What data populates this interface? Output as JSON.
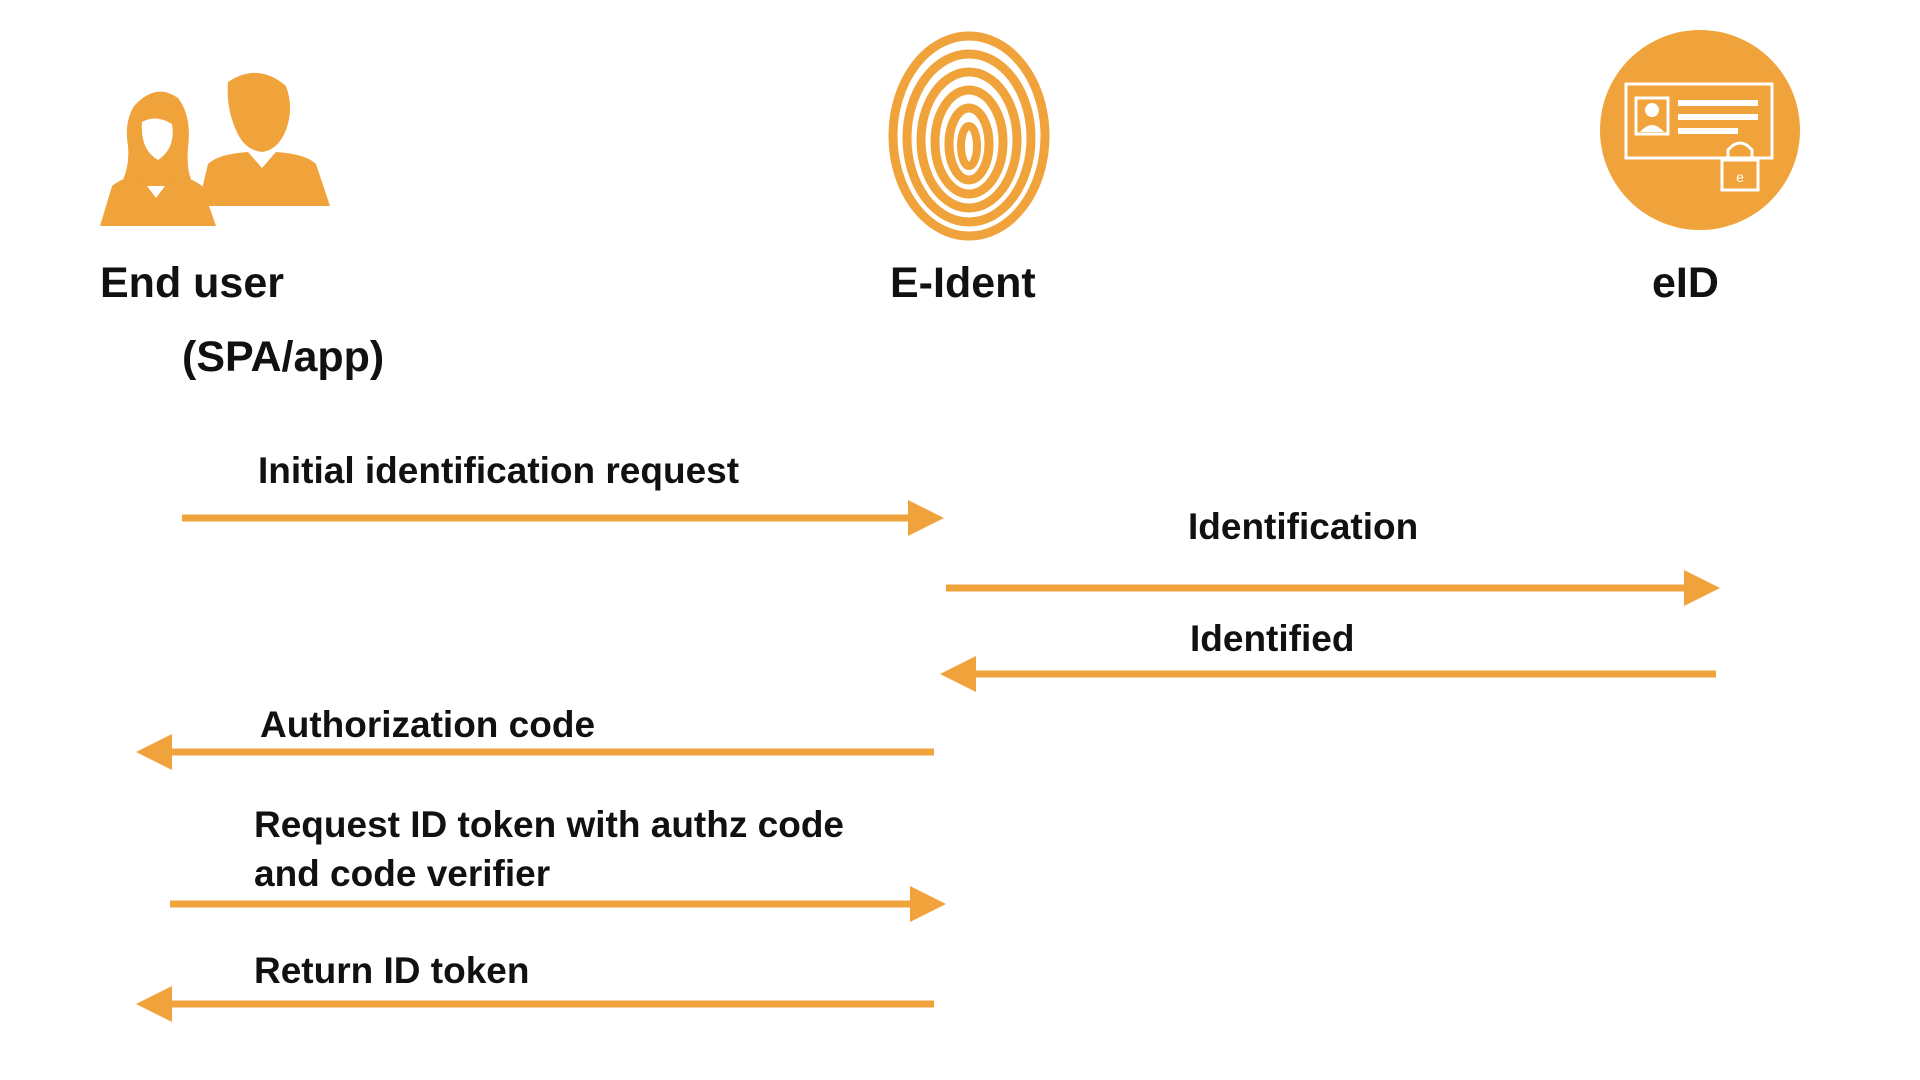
{
  "actors": {
    "end_user": {
      "label": "End user",
      "sublabel": "(SPA/app)",
      "icon": "users-icon"
    },
    "e_ident": {
      "label": "E-Ident",
      "icon": "fingerprint-icon"
    },
    "eid": {
      "label": "eID",
      "icon": "id-card-lock-icon"
    }
  },
  "messages": [
    {
      "label": "Initial identification request",
      "from": "end_user",
      "to": "e_ident"
    },
    {
      "label": "Identification",
      "from": "e_ident",
      "to": "eid"
    },
    {
      "label": "Identified",
      "from": "eid",
      "to": "e_ident"
    },
    {
      "label": "Authorization code",
      "from": "e_ident",
      "to": "end_user"
    },
    {
      "label_line1": "Request ID token with authz code",
      "label_line2": "and code verifier",
      "from": "end_user",
      "to": "e_ident"
    },
    {
      "label": "Return ID token",
      "from": "e_ident",
      "to": "end_user"
    }
  ],
  "colors": {
    "accent": "#F0A23B",
    "text": "#111111",
    "background": "#FFFFFF"
  }
}
